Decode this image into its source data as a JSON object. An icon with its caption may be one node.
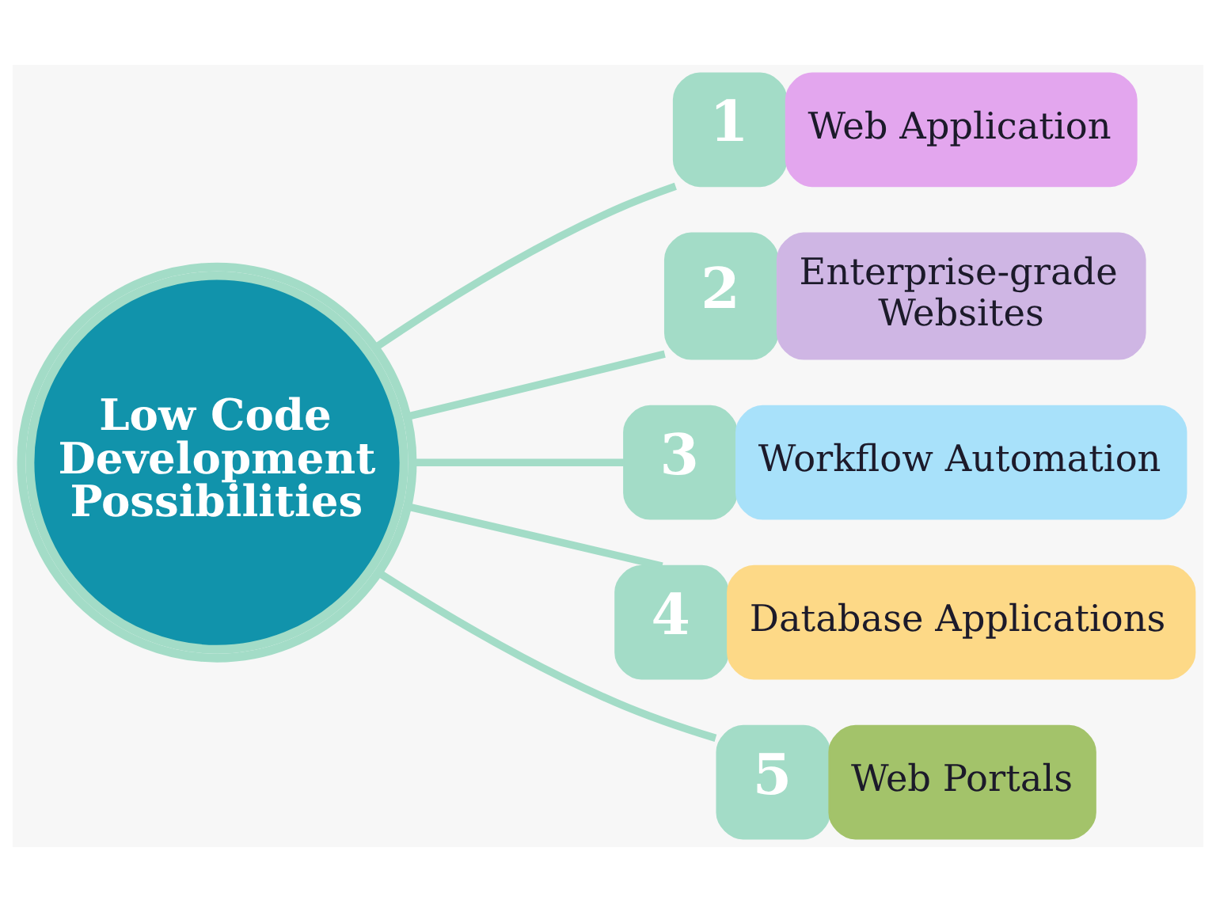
{
  "diagram": {
    "nodes": [
      {
        "text": [
          "Low Code Development Possibilities"
        ]
      },
      {
        "text": [
          "1",
          "Web Application"
        ]
      },
      {
        "text": [
          "2",
          "Enterprise-grade Websites"
        ]
      },
      {
        "text": [
          "3",
          "Workflow Automation"
        ]
      },
      {
        "text": [
          "4",
          "Database Applications"
        ]
      },
      {
        "text": [
          "5",
          "Web Portals"
        ]
      }
    ],
    "edges": [
      {
        "from": 0,
        "to": 1,
        "arrow": "none"
      },
      {
        "from": 0,
        "to": 2,
        "arrow": "none"
      },
      {
        "from": 0,
        "to": 3,
        "arrow": "none"
      },
      {
        "from": 0,
        "to": 4,
        "arrow": "none"
      },
      {
        "from": 0,
        "to": 5,
        "arrow": "none"
      }
    ]
  }
}
